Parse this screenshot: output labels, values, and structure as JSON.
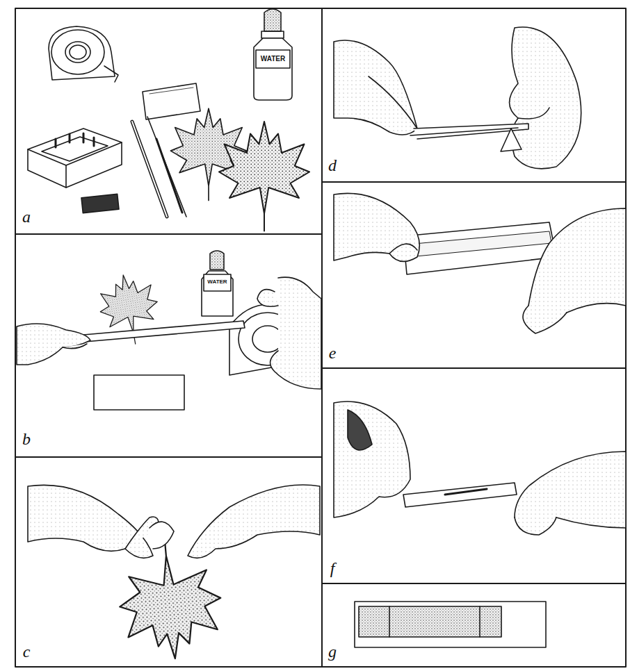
{
  "diagram": {
    "labels": [
      "WATER",
      "a",
      "WATER",
      "b",
      "c",
      "d",
      "e",
      "f",
      "g"
    ]
  }
}
